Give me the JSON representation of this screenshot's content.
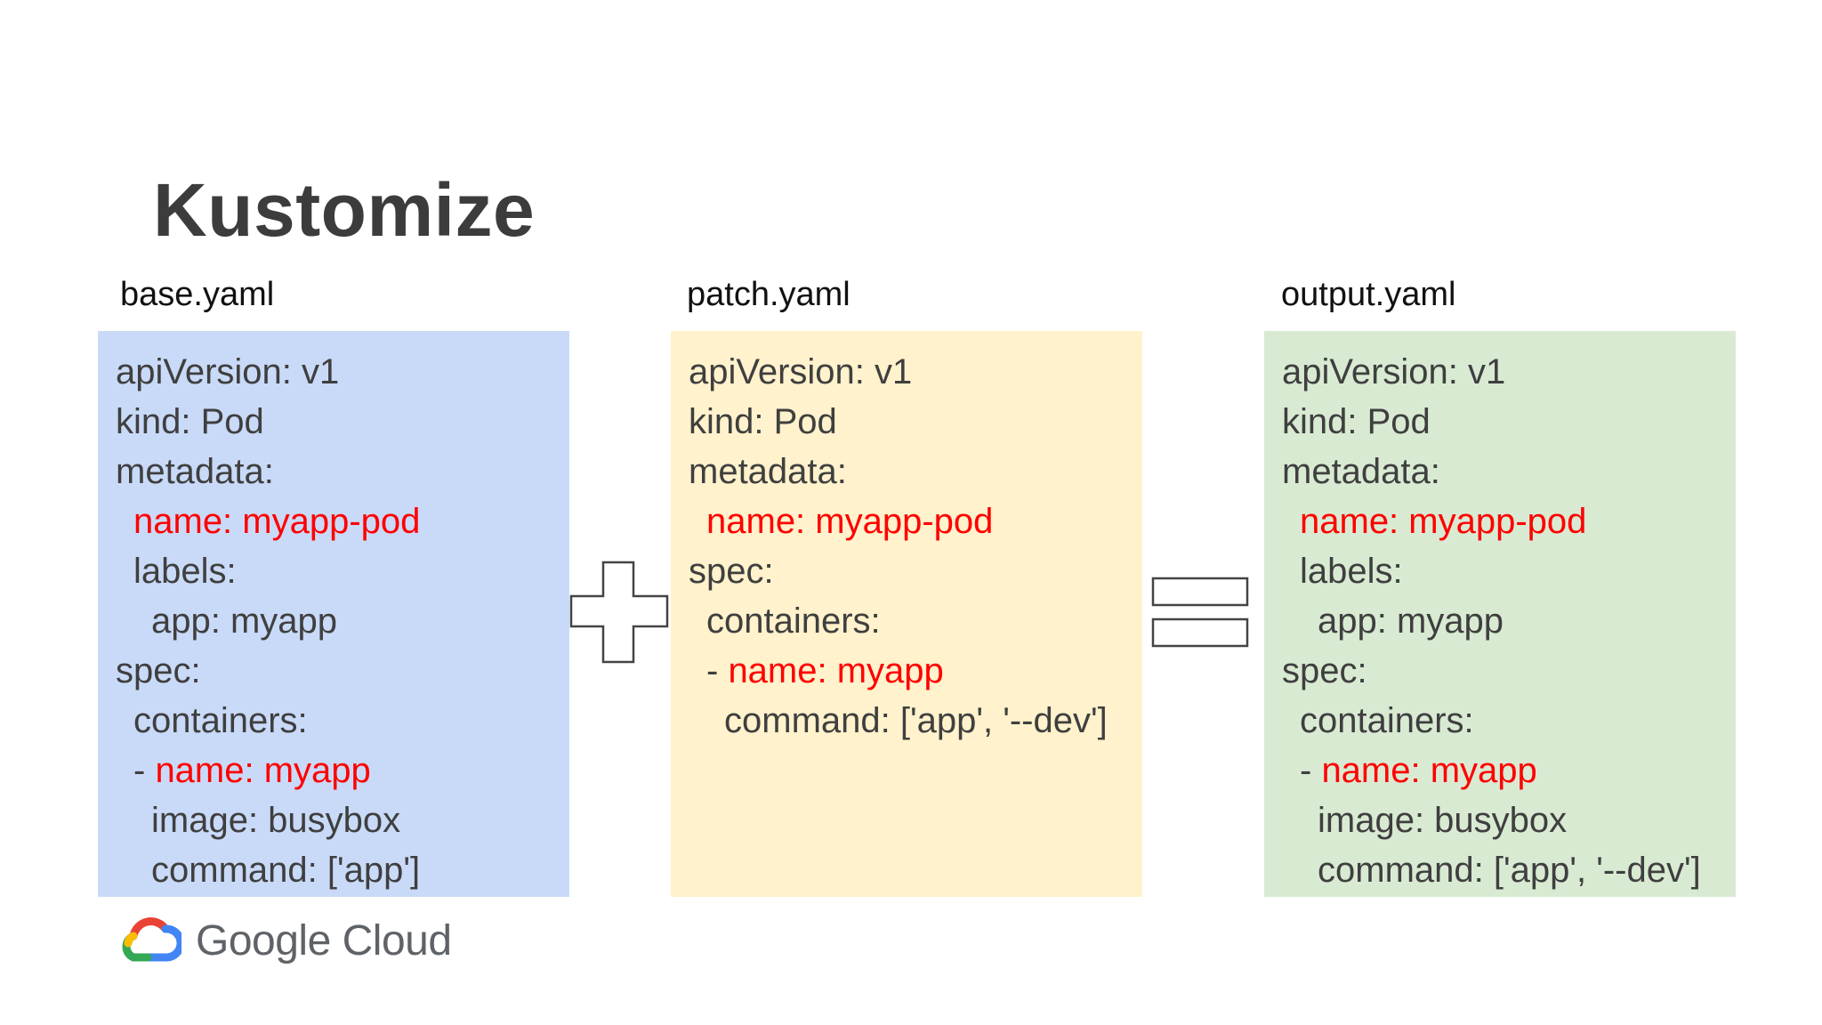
{
  "title": "Kustomize",
  "files": [
    {
      "label": "base.yaml",
      "background": "#c9daf8",
      "lines": [
        {
          "indent": "",
          "prefix": "",
          "text": "apiVersion: v1",
          "highlight": false
        },
        {
          "indent": "",
          "prefix": "",
          "text": "kind: Pod",
          "highlight": false
        },
        {
          "indent": "",
          "prefix": "",
          "text": "metadata:",
          "highlight": false
        },
        {
          "indent": " ",
          "prefix": "",
          "text": "name: myapp-pod",
          "highlight": true
        },
        {
          "indent": " ",
          "prefix": "",
          "text": "labels:",
          "highlight": false
        },
        {
          "indent": "  ",
          "prefix": "",
          "text": "app: myapp",
          "highlight": false
        },
        {
          "indent": "",
          "prefix": "",
          "text": "spec:",
          "highlight": false
        },
        {
          "indent": " ",
          "prefix": "",
          "text": "containers:",
          "highlight": false
        },
        {
          "indent": " ",
          "prefix": "- ",
          "text": "name: myapp",
          "highlight": true
        },
        {
          "indent": "  ",
          "prefix": "",
          "text": "image: busybox",
          "highlight": false
        },
        {
          "indent": "  ",
          "prefix": "",
          "text": "command: ['app']",
          "highlight": false
        }
      ]
    },
    {
      "label": "patch.yaml",
      "background": "#fff2cc",
      "lines": [
        {
          "indent": "",
          "prefix": "",
          "text": "apiVersion: v1",
          "highlight": false
        },
        {
          "indent": "",
          "prefix": "",
          "text": "kind: Pod",
          "highlight": false
        },
        {
          "indent": "",
          "prefix": "",
          "text": "metadata:",
          "highlight": false
        },
        {
          "indent": " ",
          "prefix": "",
          "text": "name: myapp-pod",
          "highlight": true
        },
        {
          "indent": "",
          "prefix": "",
          "text": "spec:",
          "highlight": false
        },
        {
          "indent": " ",
          "prefix": "",
          "text": "containers:",
          "highlight": false
        },
        {
          "indent": " ",
          "prefix": "- ",
          "text": "name: myapp",
          "highlight": true
        },
        {
          "indent": "  ",
          "prefix": "",
          "text": "command: ['app', '--dev']",
          "highlight": false
        }
      ]
    },
    {
      "label": "output.yaml",
      "background": "#d9ead3",
      "lines": [
        {
          "indent": "",
          "prefix": "",
          "text": "apiVersion: v1",
          "highlight": false
        },
        {
          "indent": "",
          "prefix": "",
          "text": "kind: Pod",
          "highlight": false
        },
        {
          "indent": "",
          "prefix": "",
          "text": "metadata:",
          "highlight": false
        },
        {
          "indent": " ",
          "prefix": "",
          "text": "name: myapp-pod",
          "highlight": true
        },
        {
          "indent": " ",
          "prefix": "",
          "text": "labels:",
          "highlight": false
        },
        {
          "indent": "  ",
          "prefix": "",
          "text": "app: myapp",
          "highlight": false
        },
        {
          "indent": "",
          "prefix": "",
          "text": "spec:",
          "highlight": false
        },
        {
          "indent": " ",
          "prefix": "",
          "text": "containers:",
          "highlight": false
        },
        {
          "indent": " ",
          "prefix": "- ",
          "text": "name: myapp",
          "highlight": true
        },
        {
          "indent": "  ",
          "prefix": "",
          "text": "image: busybox",
          "highlight": false
        },
        {
          "indent": "  ",
          "prefix": "",
          "text": "command: ['app', '--dev']",
          "highlight": false
        }
      ]
    }
  ],
  "operators": [
    "plus-icon",
    "equals-icon"
  ],
  "logo": {
    "text": "Google Cloud",
    "icon": "google-cloud-logo-icon",
    "colors": [
      "#ea4335",
      "#fbbc04",
      "#34a853",
      "#4285f4"
    ]
  },
  "colors": {
    "title": "#3c3c3c",
    "code": "#3f3f3f",
    "highlight": "#ff0000"
  }
}
